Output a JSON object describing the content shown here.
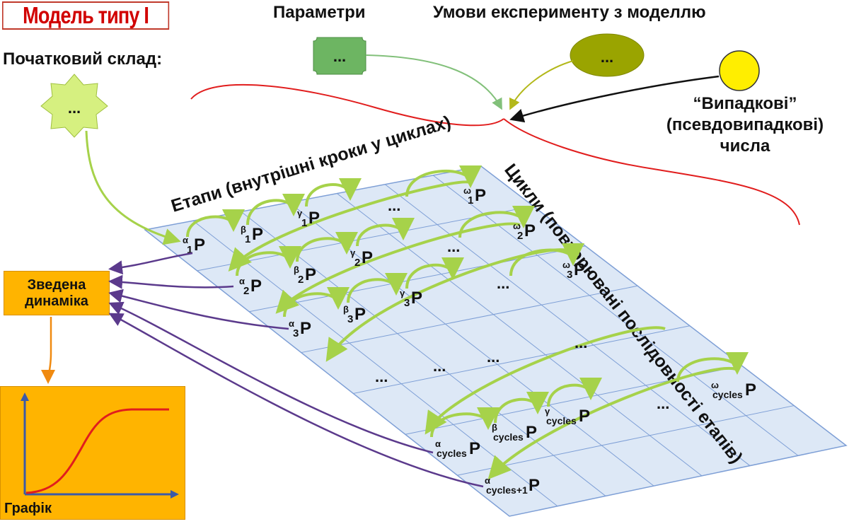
{
  "title": "Модель типу І",
  "labels": {
    "initial": "Початковий склад:",
    "params": "Параметри",
    "conditions": "Умови експерименту з моделлю",
    "random_line1": "“Випадкові”",
    "random_line2": "(псевдовипадкові)",
    "random_line3": "числа",
    "stages": "Етапи (внутрішні кроки у циклах)",
    "cycles": "Цикли (повторювані послідовності етапів)",
    "dynamics_line1": "Зведена",
    "dynamics_line2": "динаміка",
    "graph": "Графік"
  },
  "placeholder": "...",
  "grid_letter": "P",
  "states": [
    {
      "sym": "α",
      "sub": "1"
    },
    {
      "sym": "β",
      "sub": "1"
    },
    {
      "sym": "γ",
      "sub": "1"
    },
    {
      "sym": "ω",
      "sub": "1"
    },
    {
      "sym": "α",
      "sub": "2"
    },
    {
      "sym": "β",
      "sub": "2"
    },
    {
      "sym": "γ",
      "sub": "2"
    },
    {
      "sym": "ω",
      "sub": "2"
    },
    {
      "sym": "α",
      "sub": "3"
    },
    {
      "sym": "β",
      "sub": "3"
    },
    {
      "sym": "γ",
      "sub": "3"
    },
    {
      "sym": "ω",
      "sub": "3"
    },
    {
      "sym": "α",
      "sub": "cycles"
    },
    {
      "sym": "β",
      "sub": "cycles"
    },
    {
      "sym": "γ",
      "sub": "cycles"
    },
    {
      "sym": "ω",
      "sub": "cycles"
    },
    {
      "sym": "α",
      "sub": "cycles+1"
    }
  ],
  "colors": {
    "title": "#d10000",
    "params_box": "#6db562",
    "conditions_ellipse": "#9aa400",
    "random_circle": "#ffee00",
    "initial_star": "#d6f080",
    "dynamics_box": "#ffb400",
    "grid_fill": "#dde8f6",
    "grid_line": "#7e9fd6",
    "arrow_green": "#a6d24a",
    "arrow_purple": "#5b3a8c",
    "curve": "#e11d1d"
  }
}
